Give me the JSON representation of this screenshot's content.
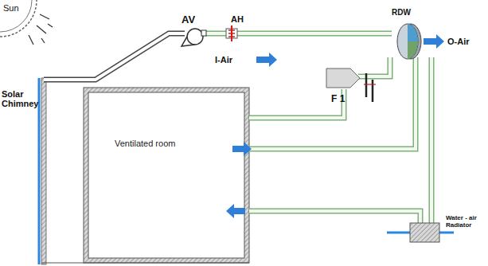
{
  "diagram": {
    "nodes": [
      {
        "text": [
          "Ventilated room"
        ]
      }
    ],
    "labels": [
      "Sun",
      "Solar Chimney",
      "AV",
      "AH",
      "I-Air",
      "RDW",
      "O-Air",
      "F 1",
      "Water - air Radiator"
    ]
  }
}
